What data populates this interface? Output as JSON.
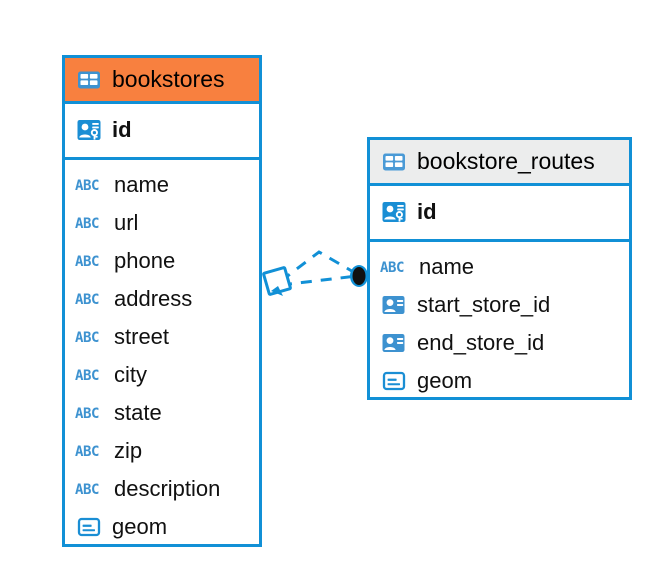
{
  "diagram": {
    "type": "entity-relationship-diagram",
    "background_color": "#ffffff",
    "accent_color": "#1190d6",
    "selected_header_color": "#f8803f",
    "unselected_header_color": "#eceded",
    "icon_color": "#3d92d0"
  },
  "entities": [
    {
      "name": "bookstores",
      "title": "bookstores",
      "selected": true,
      "header_icon": "table-icon",
      "primary_keys": [
        {
          "label": "id",
          "icon": "primary-key-icon"
        }
      ],
      "fields": [
        {
          "label": "name",
          "icon": "text-type-icon"
        },
        {
          "label": "url",
          "icon": "text-type-icon"
        },
        {
          "label": "phone",
          "icon": "text-type-icon"
        },
        {
          "label": "address",
          "icon": "text-type-icon"
        },
        {
          "label": "street",
          "icon": "text-type-icon"
        },
        {
          "label": "city",
          "icon": "text-type-icon"
        },
        {
          "label": "state",
          "icon": "text-type-icon"
        },
        {
          "label": "zip",
          "icon": "text-type-icon"
        },
        {
          "label": "description",
          "icon": "text-type-icon"
        },
        {
          "label": "geom",
          "icon": "geometry-type-icon"
        }
      ]
    },
    {
      "name": "bookstore_routes",
      "title": "bookstore_routes",
      "selected": false,
      "header_icon": "table-icon",
      "primary_keys": [
        {
          "label": "id",
          "icon": "primary-key-icon"
        }
      ],
      "fields": [
        {
          "label": "name",
          "icon": "text-type-icon"
        },
        {
          "label": "start_store_id",
          "icon": "foreign-key-icon"
        },
        {
          "label": "end_store_id",
          "icon": "foreign-key-icon"
        },
        {
          "label": "geom",
          "icon": "geometry-type-icon"
        }
      ]
    }
  ],
  "relationship": {
    "name": "bookstores-to-bookstore-routes",
    "line_style": "dashed",
    "line_color": "#1190d6",
    "source_marker": "diamond-outline-marker",
    "target_marker": "filled-circle-marker",
    "target_marker_color": "#111111",
    "cardinality": "one-to-many"
  }
}
